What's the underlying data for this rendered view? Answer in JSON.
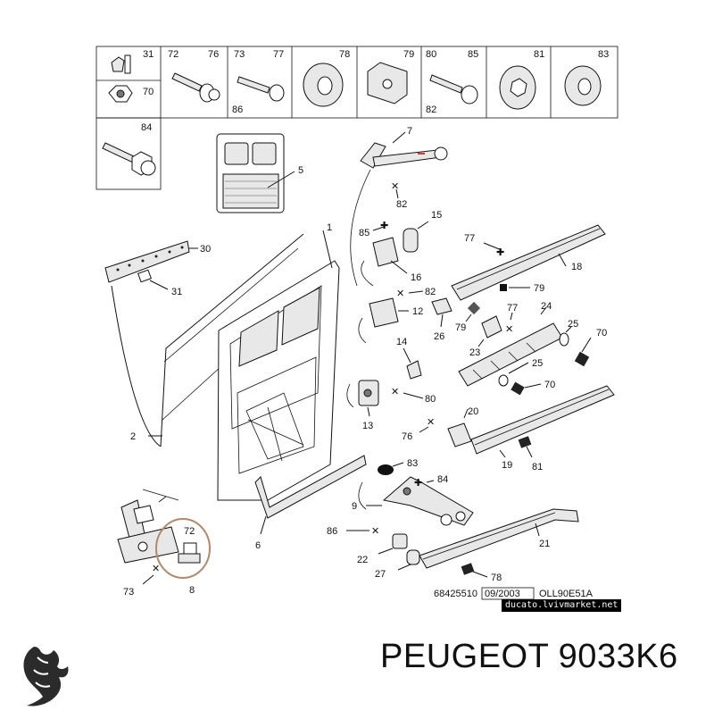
{
  "inset_boxes": [
    {
      "labels": [
        "31"
      ]
    },
    {
      "labels": [
        "70"
      ]
    },
    {
      "labels": [
        "72",
        "76"
      ]
    },
    {
      "labels": [
        "73",
        "77",
        "86"
      ]
    },
    {
      "labels": [
        "78"
      ]
    },
    {
      "labels": [
        "79"
      ]
    },
    {
      "labels": [
        "80",
        "85",
        "82"
      ]
    },
    {
      "labels": [
        "81"
      ]
    },
    {
      "labels": [
        "83"
      ]
    },
    {
      "labels": [
        "84"
      ]
    }
  ],
  "callouts": {
    "c1": "1",
    "c2": "2",
    "c5": "5",
    "c6": "6",
    "c7": "7",
    "c8": "8",
    "c9": "9",
    "c12": "12",
    "c13": "13",
    "c14": "14",
    "c15": "15",
    "c16": "16",
    "c18": "18",
    "c19": "19",
    "c20": "20",
    "c21": "21",
    "c22": "22",
    "c23": "23",
    "c24": "24",
    "c25a": "25",
    "c25b": "25",
    "c26": "26",
    "c27": "27",
    "c30": "30",
    "c31": "31",
    "c70a": "70",
    "c70b": "70",
    "c72": "72",
    "c73": "73",
    "c76": "76",
    "c77a": "77",
    "c77b": "77",
    "c78": "78",
    "c79a": "79",
    "c79b": "79",
    "c80": "80",
    "c81": "81",
    "c82a": "82",
    "c82b": "82",
    "c83": "83",
    "c84": "84",
    "c85": "85",
    "c86": "86"
  },
  "footer": {
    "ref_number": "68425510",
    "date": "09/2003",
    "code": "OLL90E51A"
  },
  "watermark": "ducato.lvivmarket.net",
  "brand": {
    "title": "PEUGEOT 9033K6",
    "logo": "peugeot-lion-logo"
  },
  "colors": {
    "highlight_circle": "#b08a6a",
    "red_mark": "#d23c3c"
  }
}
